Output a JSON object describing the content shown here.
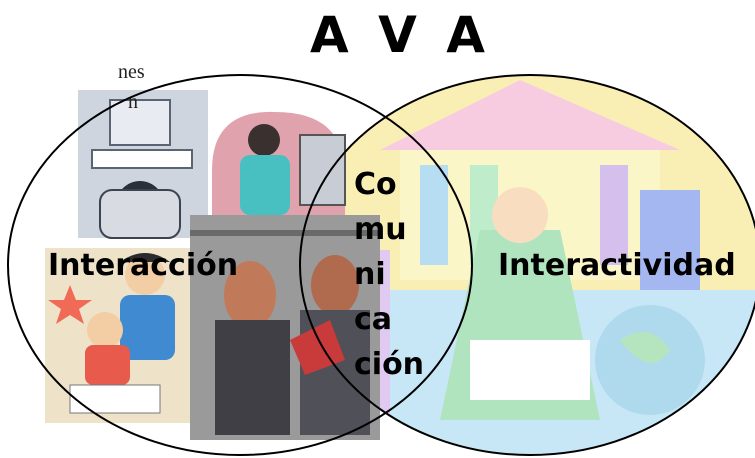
{
  "title": "A V A",
  "side_text": [
    "nes",
    "n"
  ],
  "left_label": "Interacción",
  "right_label": "Interactividad",
  "center_label_lines": [
    "Co",
    "mu",
    "ni",
    "ca",
    "ción"
  ],
  "colors": {
    "outline": "#000000",
    "text": "#000000"
  },
  "illustrations": [
    "computer-user-icon",
    "person-at-computer-icon",
    "children-studying-icon",
    "businessmen-icon",
    "classroom-collage-icon",
    "globe-icon"
  ]
}
